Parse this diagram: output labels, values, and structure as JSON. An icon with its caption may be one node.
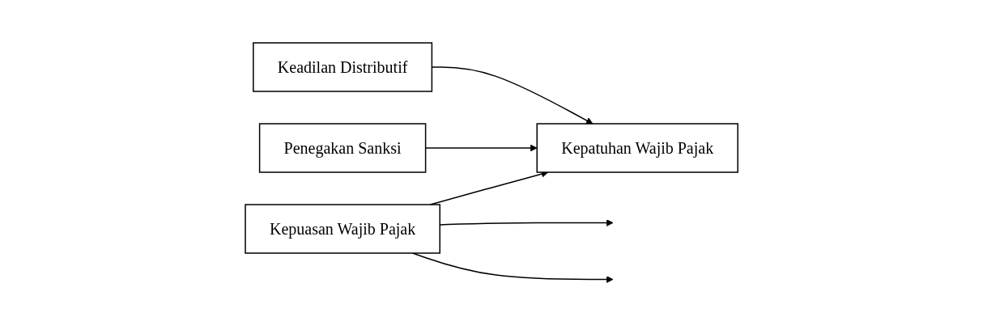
{
  "diagram": {
    "nodes": [
      {
        "text": [
          "Keadilan Distributif"
        ]
      },
      {
        "text": [
          "Kepuasan Wajib Pajak"
        ]
      },
      {
        "text": [
          "Penegakan Sanksi"
        ]
      },
      {
        "text": [
          "Kepatuhan Wajib Pajak"
        ]
      }
    ],
    "edges": [
      {
        "from": 0,
        "to": 3,
        "arrow": "to"
      },
      {
        "from": 1,
        "to": 3,
        "arrow": "to"
      },
      {
        "from": 2,
        "to": 3,
        "arrow": "to"
      },
      {
        "from": 1,
        "to": null,
        "arrow": "to"
      },
      {
        "from": 1,
        "to": null,
        "arrow": "to"
      }
    ]
  }
}
